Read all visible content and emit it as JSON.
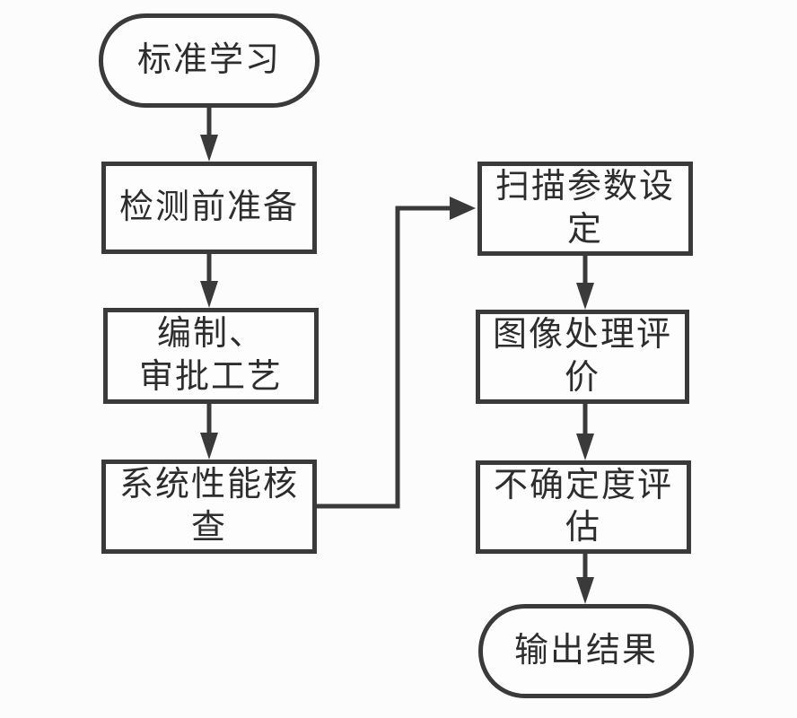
{
  "flowchart": {
    "background_color": "#fcfcfc",
    "line_color": "#3a3a3a",
    "text_color": "#2d2d2d",
    "nodes": [
      {
        "id": "standard-learning",
        "shape": "stadium",
        "label": "标准学习"
      },
      {
        "id": "pre-detection-preparation",
        "shape": "rect",
        "label": "检测前准备"
      },
      {
        "id": "compile-approve-process",
        "shape": "rect",
        "label": "编制、\n审批工艺"
      },
      {
        "id": "system-performance-check",
        "shape": "rect",
        "label": "系统性能核查"
      },
      {
        "id": "scan-parameter-setting",
        "shape": "rect",
        "label": "扫描参数设定"
      },
      {
        "id": "image-processing-evaluation",
        "shape": "rect",
        "label": "图像处理评价"
      },
      {
        "id": "uncertainty-evaluation",
        "shape": "rect",
        "label": "不确定度评估"
      },
      {
        "id": "output-result",
        "shape": "stadium",
        "label": "输出结果"
      }
    ],
    "edges": [
      {
        "from": "standard-learning",
        "to": "pre-detection-preparation"
      },
      {
        "from": "pre-detection-preparation",
        "to": "compile-approve-process"
      },
      {
        "from": "compile-approve-process",
        "to": "system-performance-check"
      },
      {
        "from": "system-performance-check",
        "to": "scan-parameter-setting"
      },
      {
        "from": "scan-parameter-setting",
        "to": "image-processing-evaluation"
      },
      {
        "from": "image-processing-evaluation",
        "to": "uncertainty-evaluation"
      },
      {
        "from": "uncertainty-evaluation",
        "to": "output-result"
      }
    ]
  }
}
